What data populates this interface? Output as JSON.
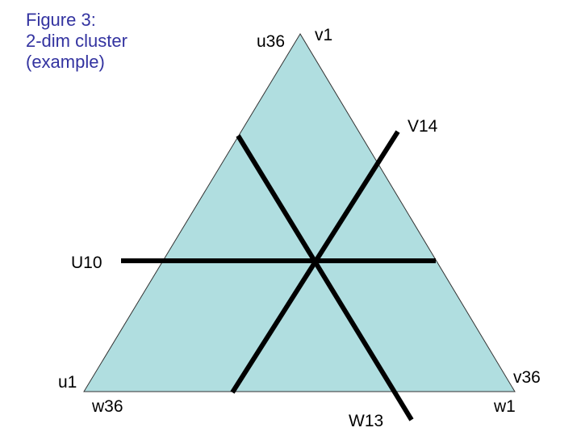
{
  "caption": {
    "line1": "Figure 3:",
    "line2": "2-dim cluster",
    "line3": "(example)"
  },
  "labels": {
    "top_left": "u36",
    "top_right": "v1",
    "v_line": "V14",
    "u_line": "U10",
    "bottom_left_upper": "u1",
    "bottom_left_lower": "w36",
    "bottom_right_upper": "v36",
    "bottom_right_lower": "w1",
    "w_line": "W13"
  },
  "colors": {
    "caption": "#3333a0",
    "triangle_fill": "#b0dee0",
    "triangle_stroke": "#333333",
    "lines": "#000000"
  }
}
